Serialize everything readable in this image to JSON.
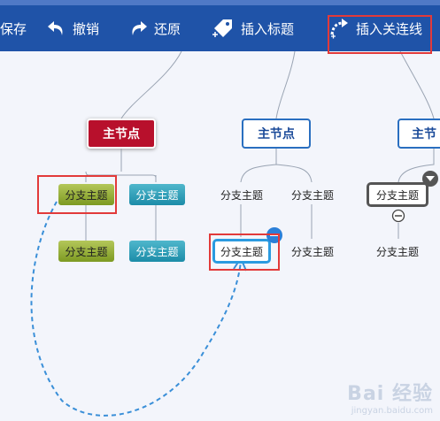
{
  "toolbar": {
    "save_label": "保存",
    "undo_label": "撤销",
    "redo_label": "还原",
    "insert_title_label": "插入标题",
    "insert_link_label": "插入关连线"
  },
  "nodes": {
    "main1": "主节点",
    "main2": "主节点",
    "main3": "主节",
    "branch": "分支主题"
  },
  "watermark": {
    "brand": "Bai 经验",
    "url": "jingyan.baidu.com"
  },
  "colors": {
    "toolbar_bg": "#1f53a8",
    "main_node_red": "#b8102c",
    "highlight_red": "#e23a3a",
    "selection_blue": "#2b9be0"
  }
}
